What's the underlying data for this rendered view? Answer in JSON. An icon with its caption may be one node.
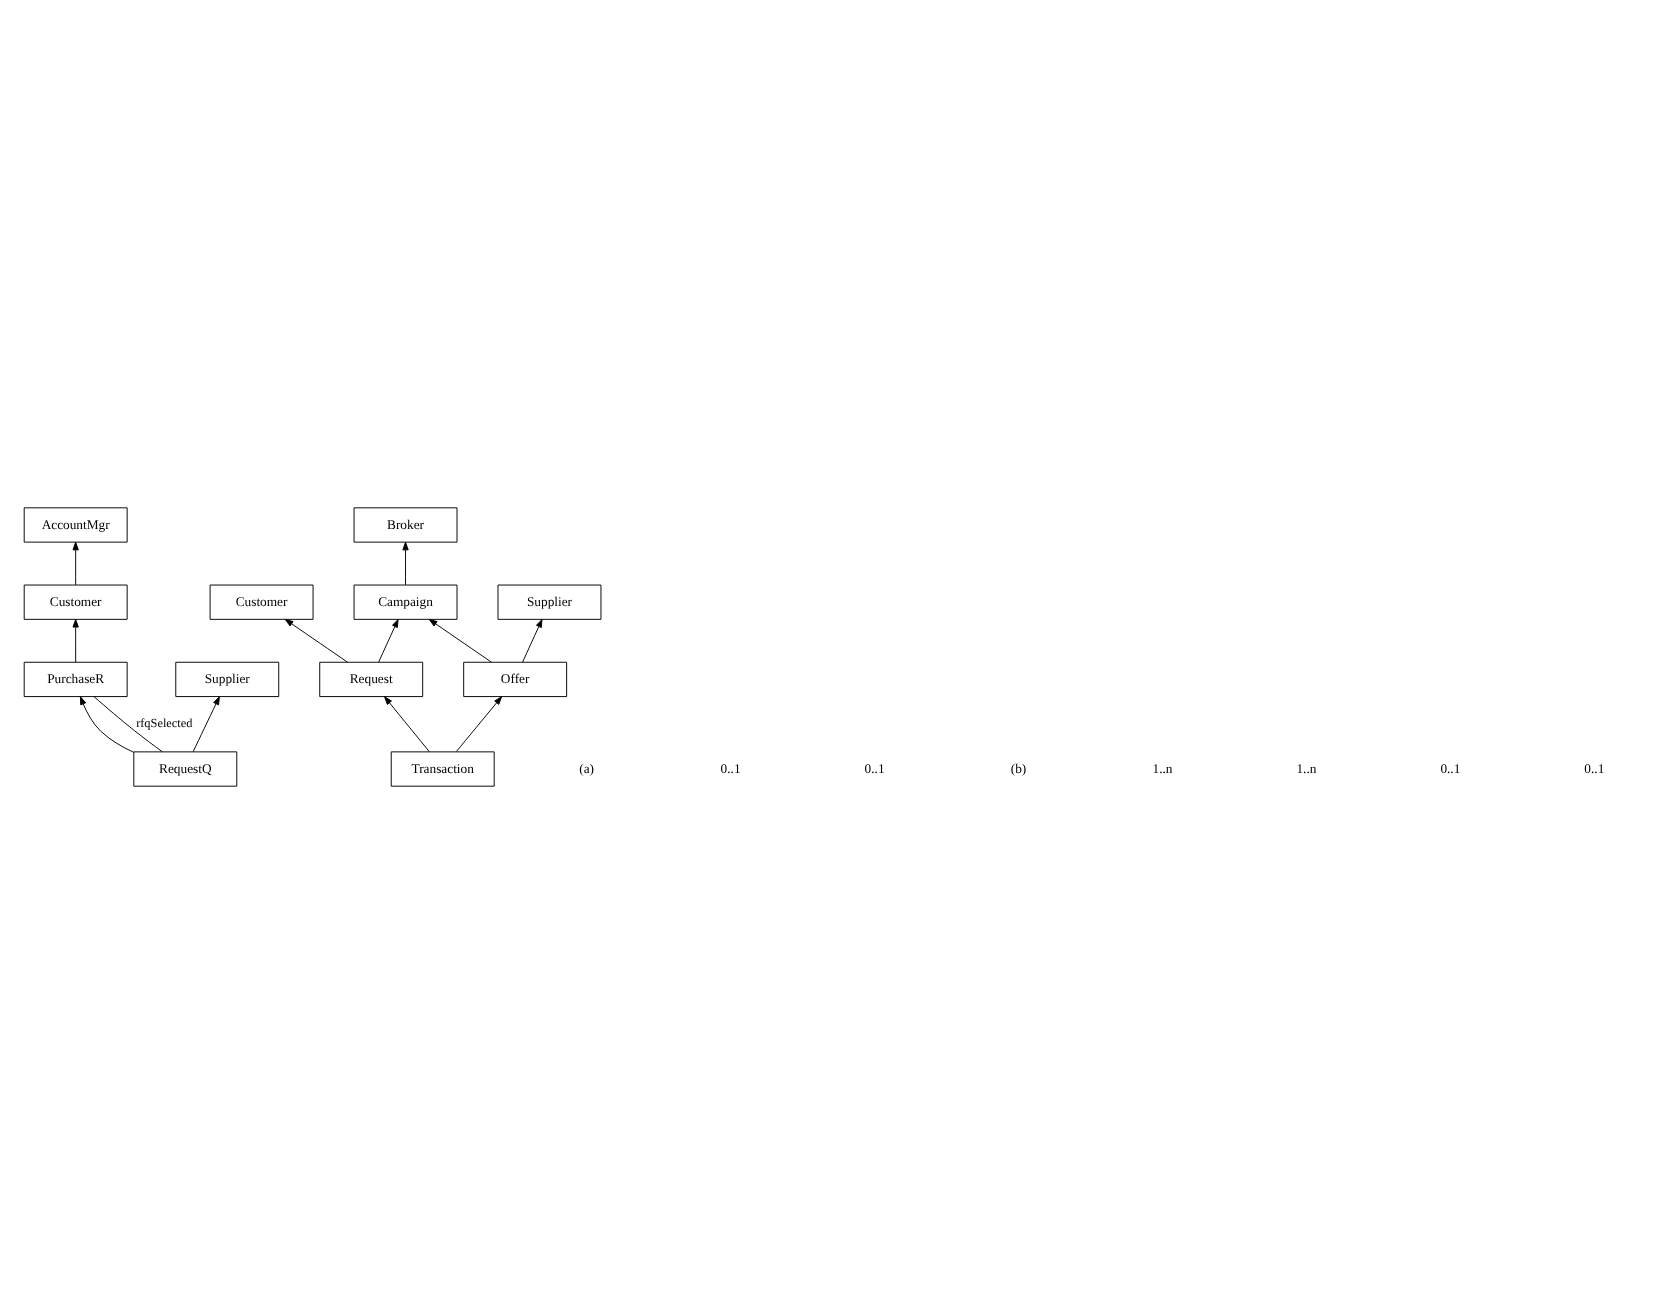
{
  "diagram": {
    "nodes": [
      {
        "text": [
          "AccountMgr"
        ]
      },
      {
        "text": [
          "Customer"
        ]
      },
      {
        "text": [
          "Supplier"
        ]
      },
      {
        "text": [
          "PurchaseR"
        ]
      },
      {
        "text": [
          "RequestQ"
        ]
      },
      {
        "text": [
          "Customer"
        ]
      },
      {
        "text": [
          "Broker"
        ]
      },
      {
        "text": [
          "Supplier"
        ]
      },
      {
        "text": [
          "Request"
        ]
      },
      {
        "text": [
          "Campaign"
        ]
      },
      {
        "text": [
          "Offer"
        ]
      },
      {
        "text": [
          "Transaction"
        ]
      }
    ],
    "edges": [
      {
        "from": 1,
        "to": 0,
        "arrow": "to"
      },
      {
        "from": 3,
        "to": 1,
        "arrow": "to"
      },
      {
        "from": 4,
        "to": 2,
        "arrow": "to"
      },
      {
        "from": 4,
        "to": 3,
        "arrow": "to"
      },
      {
        "from": 3,
        "to": 4,
        "arrow": "none",
        "label": "rfqSelected"
      },
      {
        "from": 8,
        "to": 5,
        "arrow": "to"
      },
      {
        "from": 9,
        "to": 6,
        "arrow": "to"
      },
      {
        "from": 10,
        "to": 7,
        "arrow": "to"
      },
      {
        "from": 8,
        "to": 9,
        "arrow": "to"
      },
      {
        "from": 10,
        "to": 9,
        "arrow": "to"
      },
      {
        "from": 11,
        "to": 8,
        "arrow": "to"
      },
      {
        "from": 11,
        "to": 10,
        "arrow": "to"
      }
    ],
    "labels": [
      "(a)",
      "0..1",
      "0..1",
      "(b)",
      "1..n",
      "1..n",
      "0..1",
      "0..1"
    ]
  }
}
